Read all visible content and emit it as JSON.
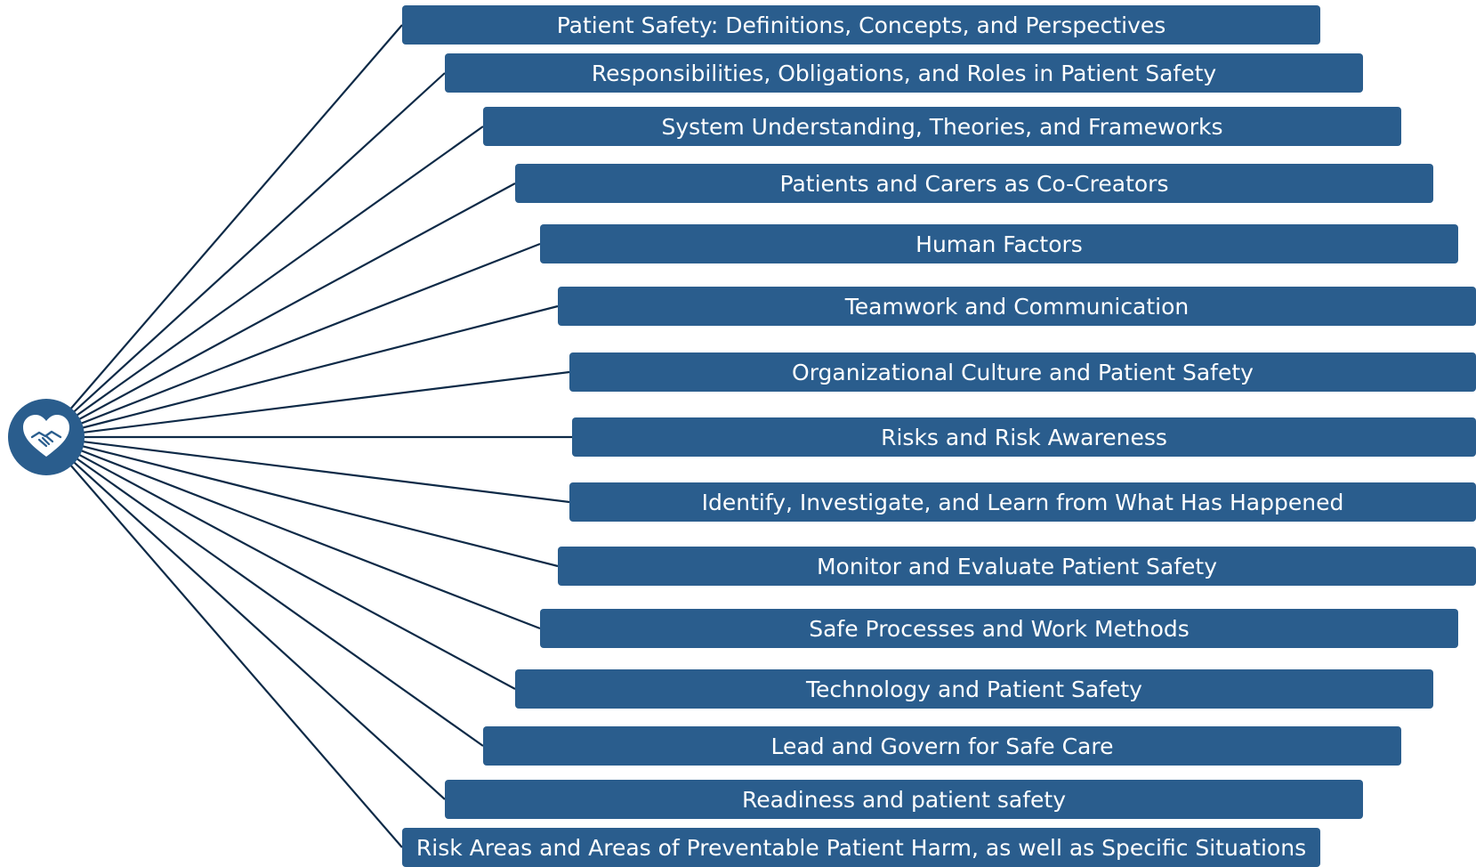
{
  "colors": {
    "box_fill": "#2a5d8d",
    "box_text": "#ffffff",
    "line": "#0e2a47",
    "hub_fill": "#2a5d8d"
  },
  "hub": {
    "icon": "heart-handshake-icon"
  },
  "topics": [
    "Patient Safety: Definitions, Concepts, and Perspectives",
    "Responsibilities, Obligations, and Roles in Patient Safety",
    "System Understanding, Theories, and Frameworks",
    "Patients and Carers as Co-Creators",
    "Human Factors",
    "Teamwork and Communication",
    "Organizational Culture and Patient Safety",
    "Risks and Risk Awareness",
    "Identify, Investigate, and Learn from What Has Happened",
    "Monitor and Evaluate Patient Safety",
    "Safe Processes and Work Methods",
    "Technology and Patient Safety",
    "Lead and Govern for Safe Care",
    "Readiness and patient safety",
    "Risk Areas and Areas of Preventable Patient Harm, as well as Specific Situations"
  ]
}
